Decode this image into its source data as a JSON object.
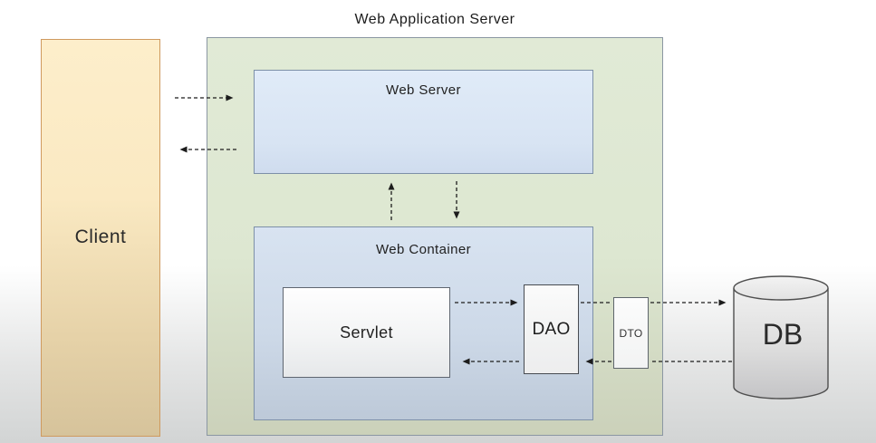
{
  "title": "Web Application Server",
  "nodes": {
    "client": {
      "label": "Client"
    },
    "web_server": {
      "label": "Web Server"
    },
    "web_container": {
      "label": "Web Container"
    },
    "servlet": {
      "label": "Servlet"
    },
    "dao": {
      "label": "DAO"
    },
    "dto": {
      "label": "DTO"
    },
    "db": {
      "label": "DB"
    }
  },
  "edges": [
    {
      "from": "client",
      "to": "web_server",
      "style": "dashed",
      "direction": "right"
    },
    {
      "from": "web_server",
      "to": "client",
      "style": "dashed",
      "direction": "left"
    },
    {
      "from": "web_container",
      "to": "web_server",
      "style": "dashed",
      "direction": "up"
    },
    {
      "from": "web_server",
      "to": "web_container",
      "style": "dashed",
      "direction": "down"
    },
    {
      "from": "servlet",
      "to": "dao",
      "style": "dashed",
      "direction": "right"
    },
    {
      "from": "dao",
      "to": "servlet",
      "style": "dashed",
      "direction": "left"
    },
    {
      "from": "dao",
      "to": "db",
      "via": "dto",
      "style": "dashed",
      "direction": "right"
    },
    {
      "from": "db",
      "to": "dao",
      "via": "dto",
      "style": "dashed",
      "direction": "left"
    }
  ],
  "colors": {
    "client_fill_top": "#fdeecb",
    "client_fill_bottom": "#d6c39b",
    "client_border": "#cf9a5f",
    "was_fill": "#dde7d1",
    "was_border": "#8b97a3",
    "blue_fill": "#d8e4f3",
    "blue_border": "#7d90a8",
    "white_box_fill": "#f6f7f7",
    "db_fill": "#d9d9db",
    "arrow": "#1c1c1c",
    "background_bottom": "#d2d4d4"
  }
}
